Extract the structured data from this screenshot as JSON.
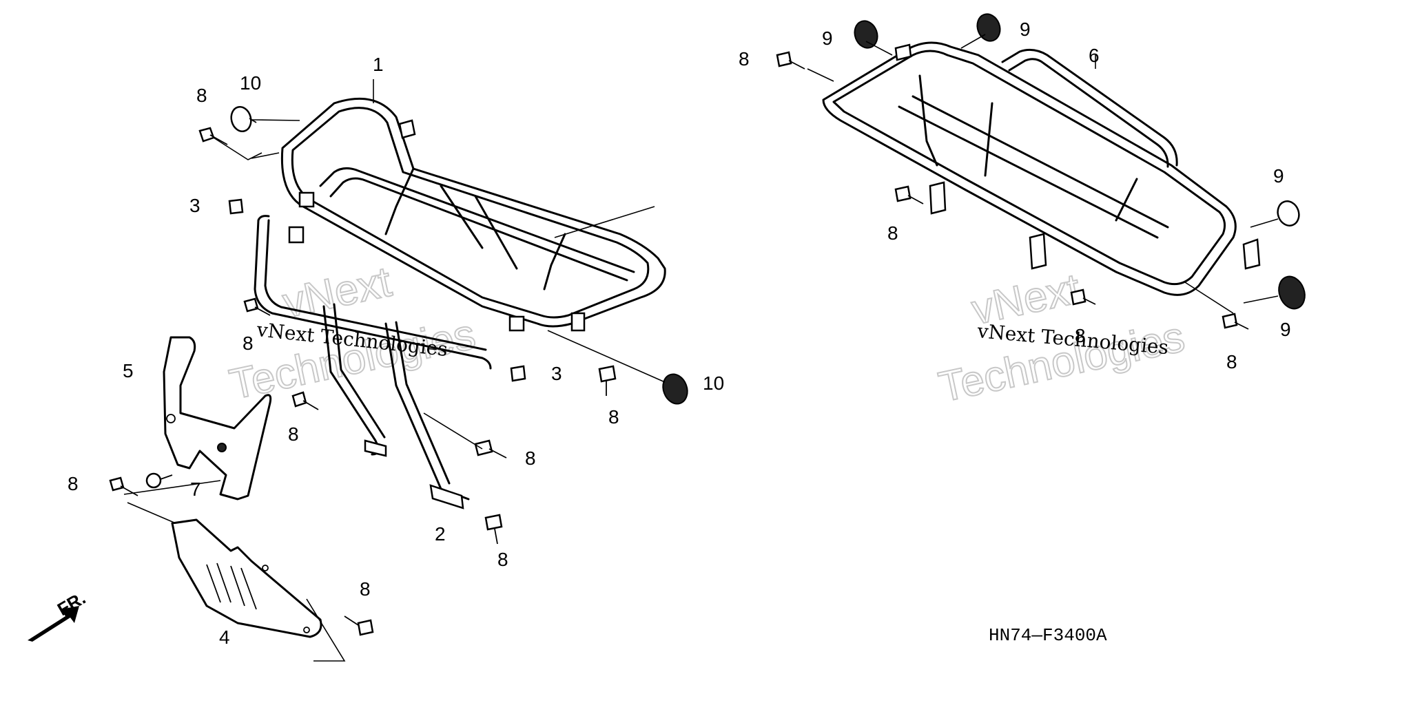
{
  "callouts": {
    "c1": "1",
    "c2": "2",
    "c3a": "3",
    "c3b": "3",
    "c4": "4",
    "c5": "5",
    "c6": "6",
    "c7": "7",
    "c8a": "8",
    "c8b": "8",
    "c8c": "8",
    "c8d": "8",
    "c8e": "8",
    "c8f": "8",
    "c8g": "8",
    "c8h": "8",
    "c8i": "8",
    "c8j": "8",
    "c8k": "8",
    "c8l": "8",
    "c9a": "9",
    "c9b": "9",
    "c9c": "9",
    "c9d": "9",
    "c10a": "10",
    "c10b": "10"
  },
  "diagram_code": "HN74—F3400A",
  "front_indicator": "FR.",
  "watermark": {
    "line1": "vNext Technologies",
    "big_top": "vNext",
    "big_bottom": "Technologies"
  }
}
